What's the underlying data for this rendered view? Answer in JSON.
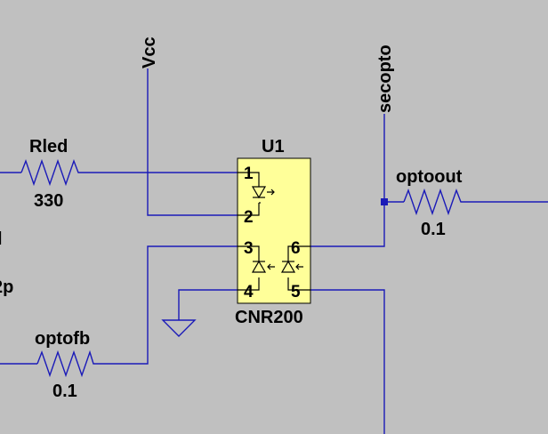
{
  "net_labels": {
    "vcc": "Vcc",
    "secopto": "secopto"
  },
  "components": {
    "u1": {
      "ref": "U1",
      "value": "CNR200",
      "pins": [
        "1",
        "2",
        "3",
        "4",
        "5",
        "6"
      ]
    },
    "rled": {
      "ref": "Rled",
      "value": "330"
    },
    "optoout": {
      "ref": "optoout",
      "value": "0.1"
    },
    "optofb": {
      "ref": "optofb",
      "value": "0.1"
    }
  },
  "clipped_left_text": [
    "l",
    "2p"
  ],
  "colors": {
    "background": "#c0c0c0",
    "wire": "#1a1ab8",
    "ic_fill": "#ffff99",
    "junction": "#1a1ab8"
  }
}
